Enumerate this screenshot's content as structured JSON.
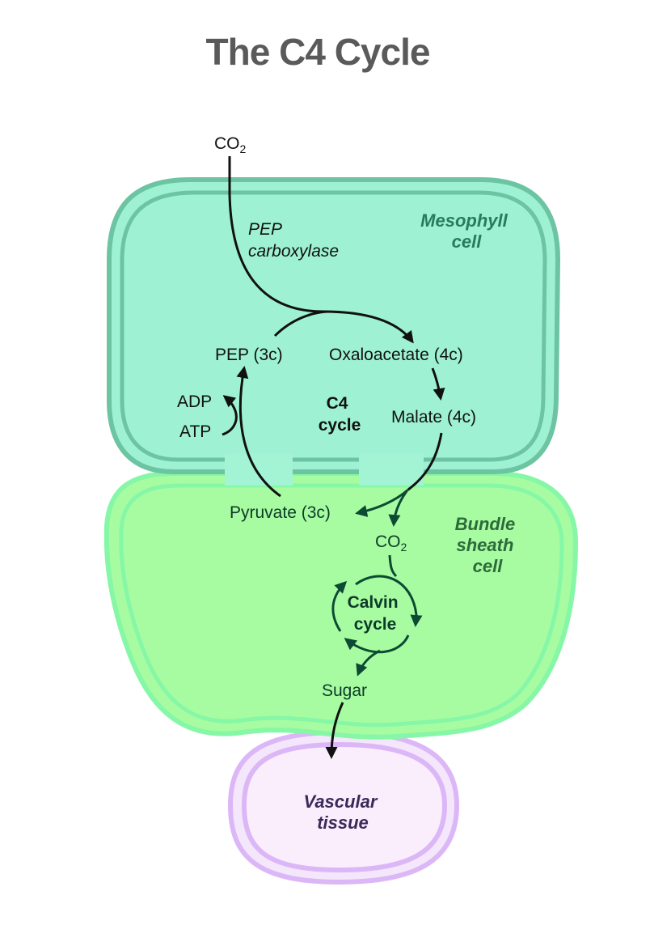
{
  "title": "The C4 Cycle",
  "colors": {
    "mesophyll_fill": "#9ef2d3",
    "mesophyll_border": "#6cc4a2",
    "bundle_fill": "#a7fca1",
    "bundle_border": "#86f7a6",
    "vascular_fill": "#fbeefc",
    "vascular_border": "#dcb7f7",
    "arrow_dark": "#111111",
    "arrow_green": "#0c4a34",
    "title": "#5a5a5a"
  },
  "cells": {
    "mesophyll": {
      "line1": "Mesophyll",
      "line2": "cell"
    },
    "bundle_sheath": {
      "line1": "Bundle",
      "line2": "sheath",
      "line3": "cell"
    },
    "vascular": {
      "line1": "Vascular",
      "line2": "tissue"
    }
  },
  "labels": {
    "co2_in": {
      "main": "CO",
      "sub": "2"
    },
    "enzyme": {
      "line1": "PEP",
      "line2": "carboxylase"
    },
    "pep": "PEP (3c)",
    "oxaloacetate": "Oxaloacetate (4c)",
    "malate": "Malate (4c)",
    "pyruvate": "Pyruvate (3c)",
    "adp": "ADP",
    "atp": "ATP",
    "c4_cycle": {
      "line1": "C4",
      "line2": "cycle"
    },
    "co2_bundle": {
      "main": "CO",
      "sub": "2"
    },
    "calvin_cycle": {
      "line1": "Calvin",
      "line2": "cycle"
    },
    "sugar": "Sugar"
  }
}
